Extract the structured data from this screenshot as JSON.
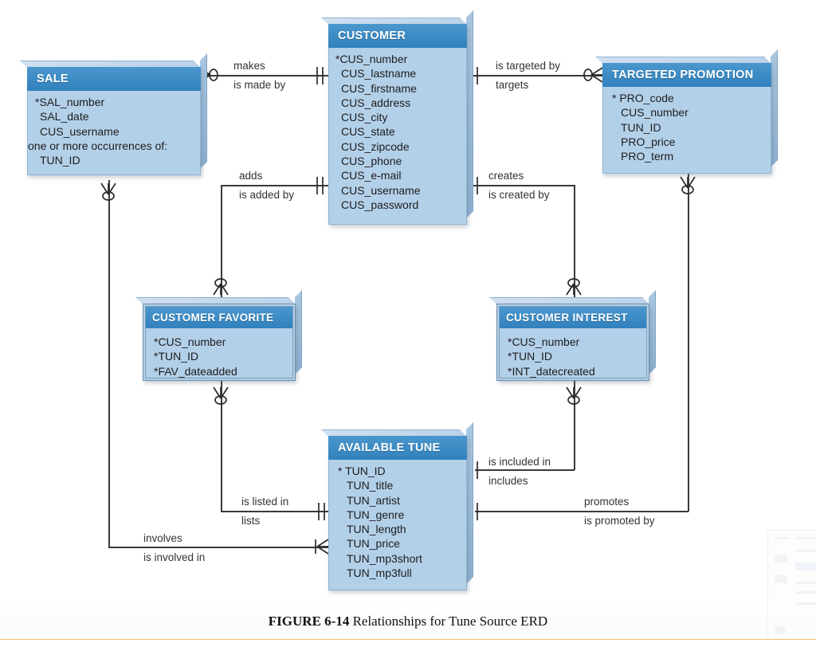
{
  "figure": {
    "label": "FIGURE 6-14",
    "title": "Relationships for Tune Source ERD"
  },
  "entities": {
    "sale": {
      "name": "SALE",
      "attributes": [
        "*SAL_number",
        "SAL_date",
        "CUS_username",
        "one or more occurrences of:",
        "TUN_ID"
      ]
    },
    "customer": {
      "name": "CUSTOMER",
      "attributes": [
        "*CUS_number",
        "CUS_lastname",
        "CUS_firstname",
        "CUS_address",
        "CUS_city",
        "CUS_state",
        "CUS_zipcode",
        "CUS_phone",
        "CUS_e-mail",
        "CUS_username",
        "CUS_password"
      ]
    },
    "targeted_promotion": {
      "name": "TARGETED PROMOTION",
      "attributes": [
        "* PRO_code",
        "CUS_number",
        "TUN_ID",
        "PRO_price",
        "PRO_term"
      ]
    },
    "customer_favorite": {
      "name": "CUSTOMER FAVORITE",
      "attributes": [
        "*CUS_number",
        "*TUN_ID",
        "*FAV_dateadded"
      ]
    },
    "customer_interest": {
      "name": "CUSTOMER INTEREST",
      "attributes": [
        "*CUS_number",
        "*TUN_ID",
        "*INT_datecreated"
      ]
    },
    "available_tune": {
      "name": "AVAILABLE TUNE",
      "attributes": [
        "* TUN_ID",
        "TUN_title",
        "TUN_artist",
        "TUN_genre",
        "TUN_length",
        "TUN_price",
        "TUN_mp3short",
        "TUN_mp3full"
      ]
    }
  },
  "relationships": {
    "sale_customer": {
      "forward": "makes",
      "reverse": "is made by"
    },
    "customer_promotion": {
      "forward": "is targeted by",
      "reverse": "targets"
    },
    "customer_favorite": {
      "forward": "adds",
      "reverse": "is added by"
    },
    "customer_interest": {
      "forward": "creates",
      "reverse": "is created by"
    },
    "tune_interest": {
      "forward": "is included in",
      "reverse": "includes"
    },
    "tune_promotion": {
      "forward": "promotes",
      "reverse": "is promoted by"
    },
    "favorite_tune": {
      "forward": "is listed in",
      "reverse": "lists"
    },
    "sale_tune": {
      "forward": "involves",
      "reverse": "is involved in"
    }
  },
  "colors": {
    "header_blue": "#3181bd",
    "body_blue": "#b3d0e9",
    "line": "#3a3a3a",
    "rule": "#e9b84b"
  }
}
